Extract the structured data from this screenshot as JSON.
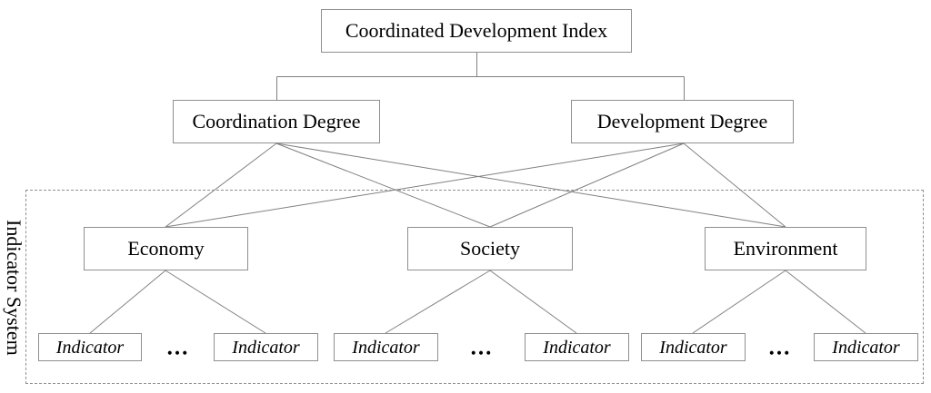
{
  "diagram": {
    "root_label": "Coordinated Development Index",
    "level2": [
      {
        "label": "Coordination Degree"
      },
      {
        "label": "Development Degree"
      }
    ],
    "group_box_label": "Indicator System",
    "level3": [
      {
        "label": "Economy"
      },
      {
        "label": "Society"
      },
      {
        "label": "Environment"
      }
    ],
    "indicators": [
      {
        "label": "Indicator"
      },
      {
        "label": "Indicator"
      },
      {
        "label": "Indicator"
      },
      {
        "label": "Indicator"
      },
      {
        "label": "Indicator"
      },
      {
        "label": "Indicator"
      }
    ],
    "ellipses": [
      "...",
      "...",
      "..."
    ],
    "colors": {
      "box_border": "#8f8f8f",
      "line": "#808080",
      "dashed_border": "#8f8f8f",
      "text": "#000000",
      "background": "#ffffff"
    }
  }
}
